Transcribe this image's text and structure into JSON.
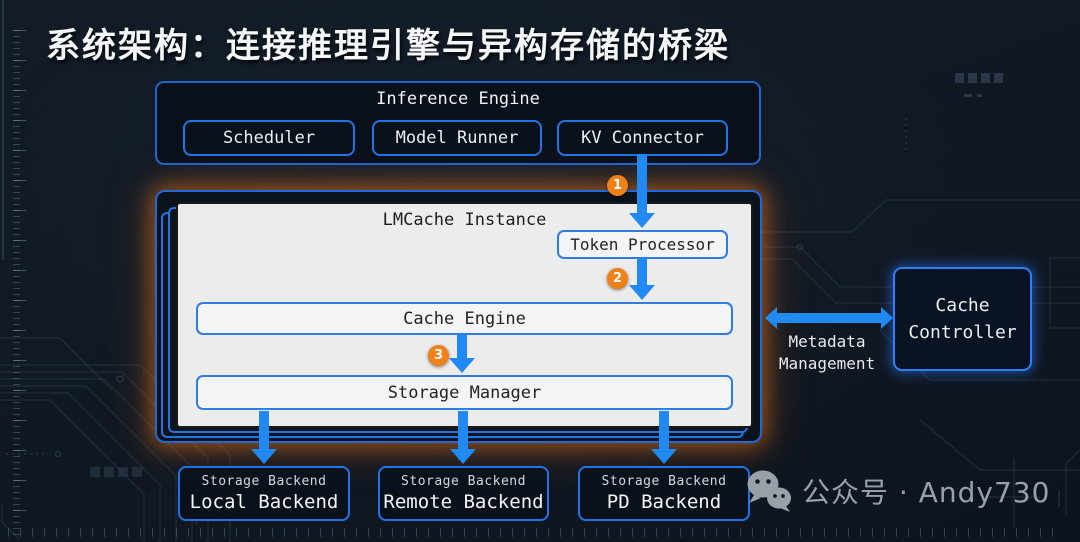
{
  "title": {
    "text": "系统架构：连接推理引擎与异构存储的桥梁"
  },
  "palette": {
    "background": "#111a24",
    "accent_arrow_blue": "#2189f2",
    "border_blue": "#2273e6",
    "step_orange": "#f08018",
    "panel_light": "#ececec",
    "glow_orange": "#f07618",
    "controller_glow_blue": "#2e7eff",
    "watermark_gray": "#99a0a8"
  },
  "inference_engine": {
    "title": "Inference Engine",
    "components": [
      {
        "label": "Scheduler"
      },
      {
        "label": "Model Runner"
      },
      {
        "label": "KV Connector"
      }
    ]
  },
  "lmcache_instance": {
    "title": "LMCache Instance",
    "token_processor": "Token Processor",
    "cache_engine": "Cache Engine",
    "storage_manager": "Storage Manager"
  },
  "flow_steps": [
    {
      "number": "1"
    },
    {
      "number": "2"
    },
    {
      "number": "3"
    }
  ],
  "cache_controller": {
    "label": "Cache Controller"
  },
  "metadata_link": {
    "label": "Metadata Management"
  },
  "storage_backends": [
    {
      "type_label": "Storage Backend",
      "name": "Local Backend"
    },
    {
      "type_label": "Storage Backend",
      "name": "Remote Backend"
    },
    {
      "type_label": "Storage Backend",
      "name": "PD Backend"
    }
  ],
  "watermark": {
    "icon": "wechat-icon",
    "text": "公众号 · Andy730"
  }
}
